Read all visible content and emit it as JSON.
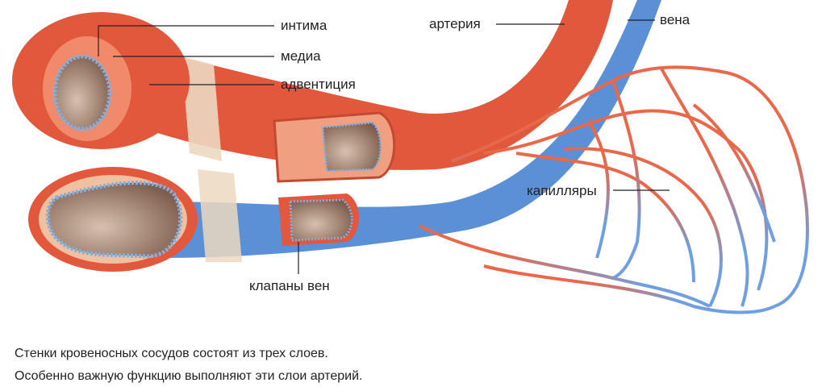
{
  "labels": {
    "intima": "интима",
    "media": "медиа",
    "adventitia": "адвентиция",
    "artery": "артерия",
    "vein": "вена",
    "capillaries": "капилляры",
    "vein_valves": "клапаны вен"
  },
  "caption": {
    "line1": "Стенки кровеносных сосудов состоят из трех слоев.",
    "line2": "Особенно важную функцию выполняют эти слои артерий."
  },
  "colors": {
    "artery": "#e2583c",
    "vein": "#5b8fd6",
    "lumen": "#a88a78",
    "endothelium": "#7fb0e0",
    "adventitia": "#ecd8c0"
  }
}
